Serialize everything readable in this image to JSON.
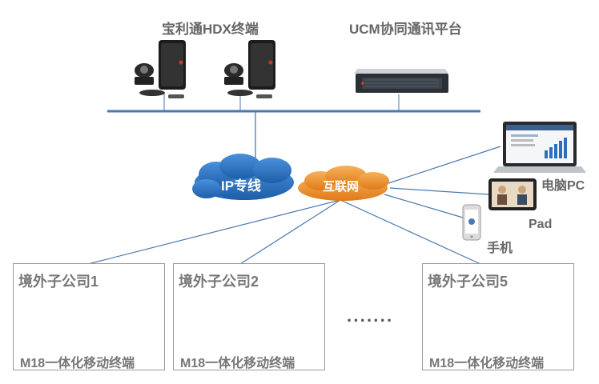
{
  "top": {
    "hdx_label": "宝利通HDX终端",
    "ucm_label": "UCM协同通讯平台"
  },
  "network": {
    "ip_cloud_label": "IP专线",
    "internet_cloud_label": "互联网"
  },
  "devices": {
    "pc_label": "电脑PC",
    "pad_label": "Pad",
    "phone_label": "手机"
  },
  "branches": [
    {
      "title": "境外子公司1",
      "terminal": "M18一体化移动终端"
    },
    {
      "title": "境外子公司2",
      "terminal": "M18一体化移动终端"
    },
    {
      "title": "境外子公司5",
      "terminal": "M18一体化移动终端"
    }
  ],
  "ellipsis": "·······",
  "colors": {
    "ip_cloud": "#2b6cb3",
    "internet_cloud": "#e98a2a",
    "connector_line": "#4a78b0",
    "label_gray": "#666666"
  }
}
